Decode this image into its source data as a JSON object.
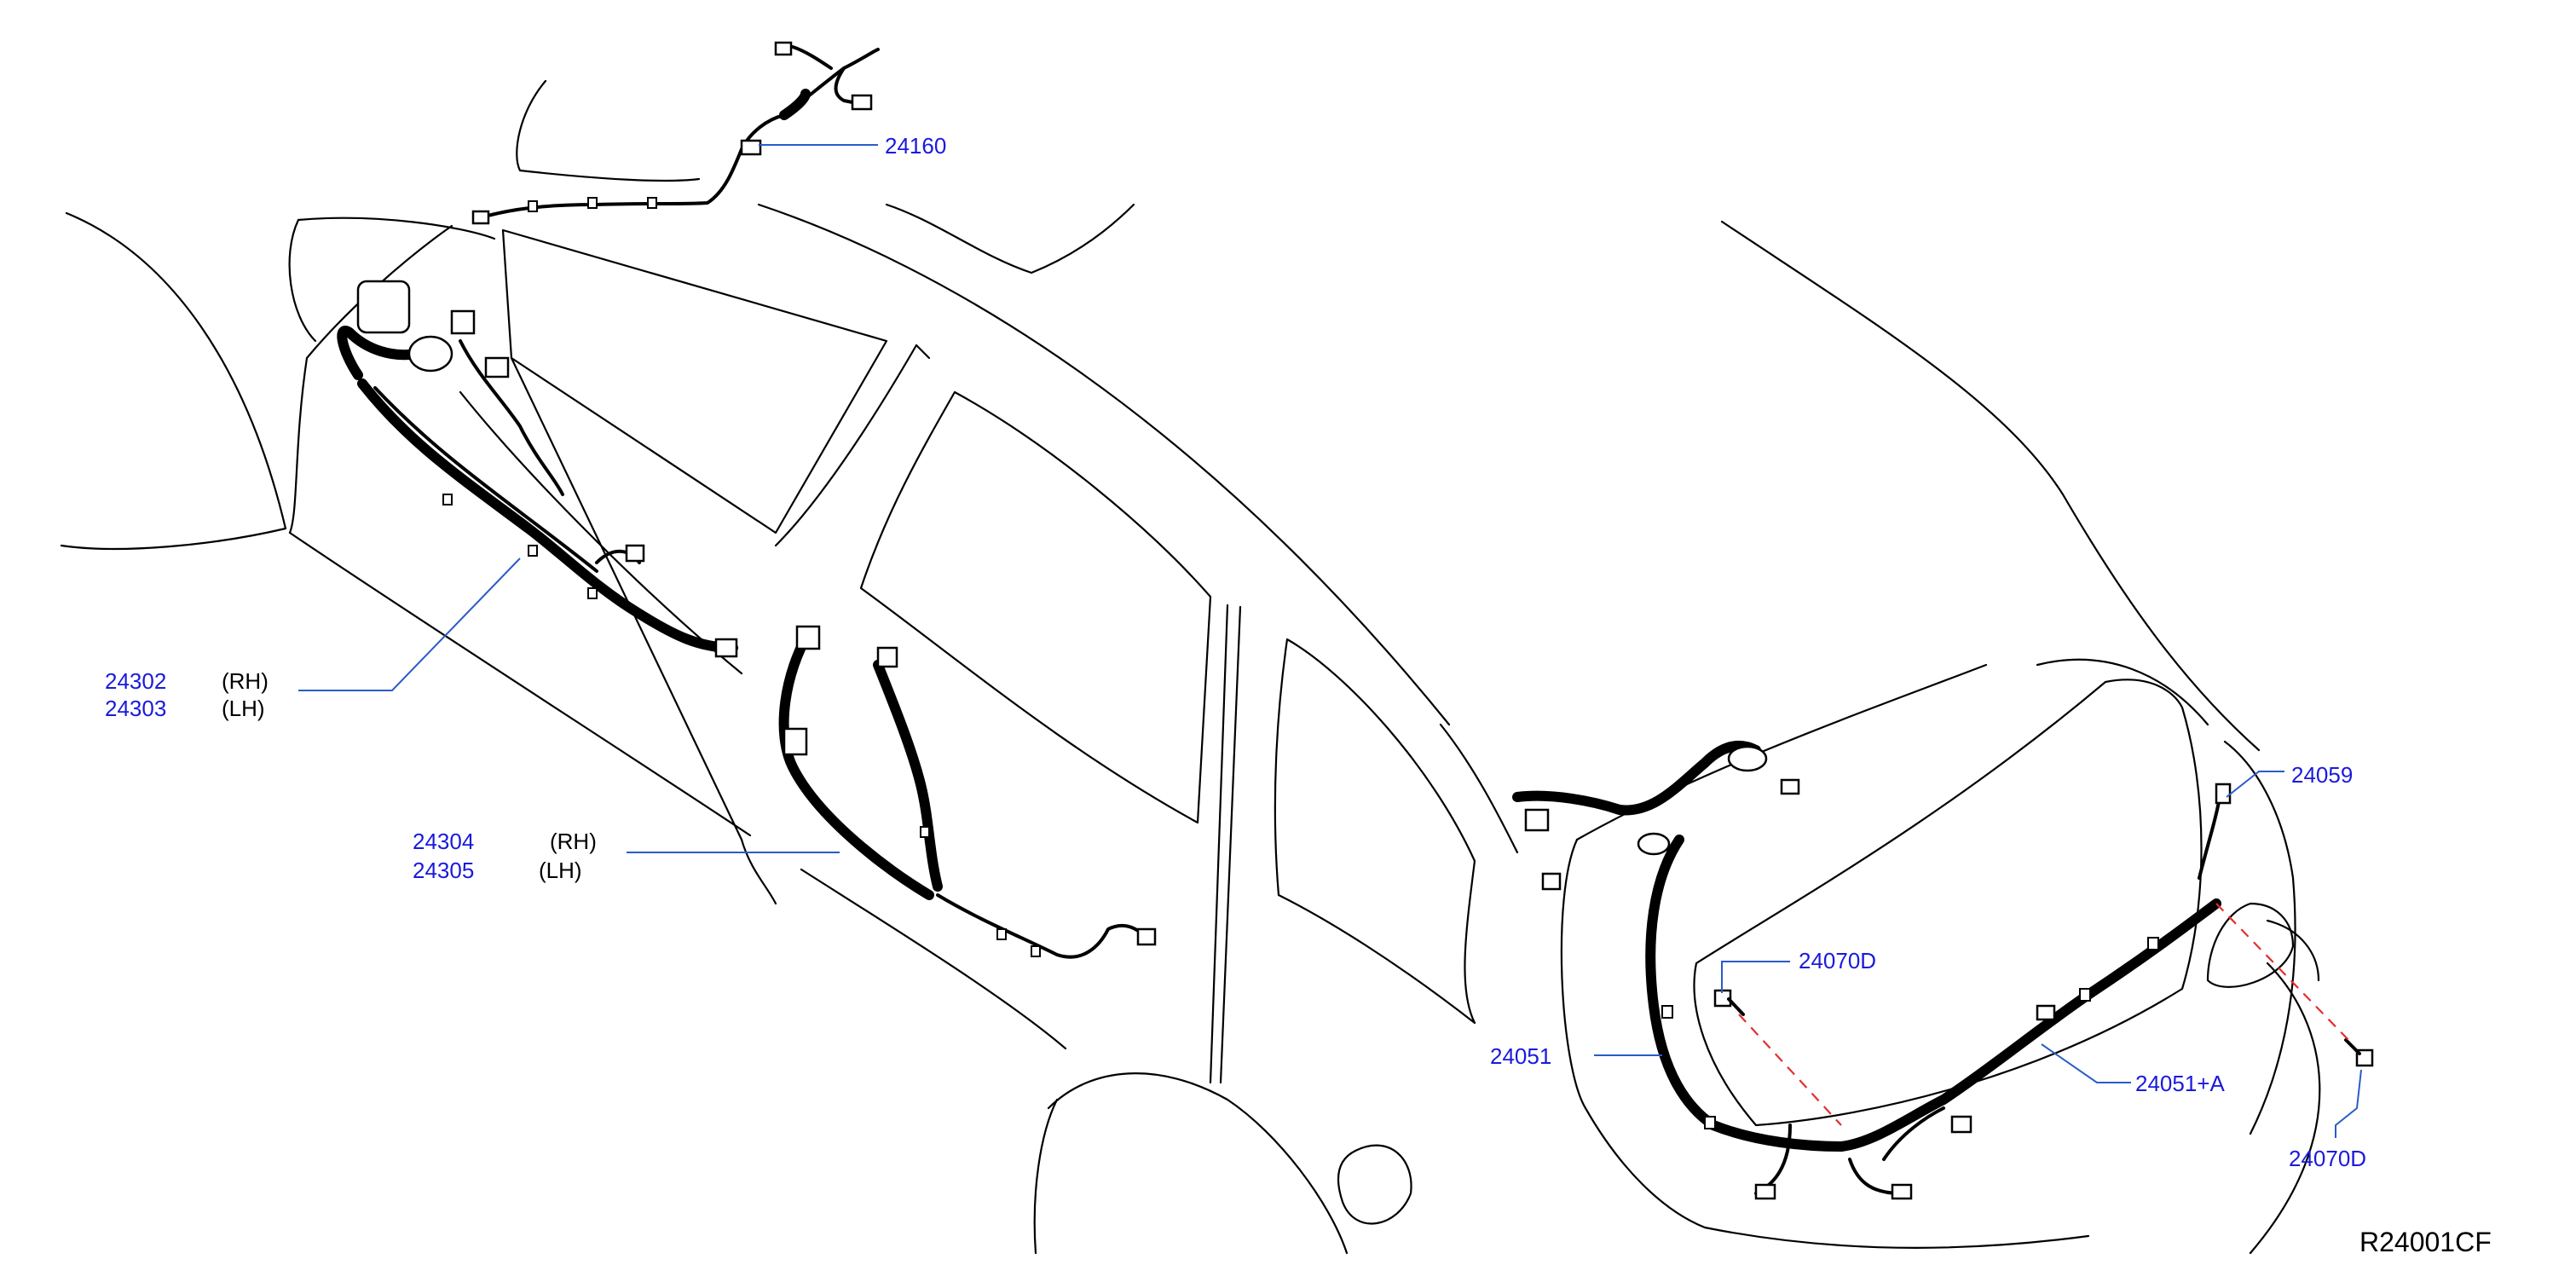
{
  "colors": {
    "label": "#1a1adc",
    "leader": "#2a5cc8",
    "dashed": "#e03030",
    "line": "#000000",
    "background": "#ffffff",
    "code": "#000000"
  },
  "parts": {
    "p24160": "24160",
    "p24302": "24302",
    "p24303": "24303",
    "p24304": "24304",
    "p24305": "24305",
    "p24051": "24051",
    "p24051a": "24051+A",
    "p24059": "24059",
    "p24070d_top": "24070D",
    "p24070d_bottom": "24070D"
  },
  "sides": {
    "rh_24302": "(RH)",
    "lh_24303": "(LH)",
    "rh_24304": "(RH)",
    "lh_24305": "(LH)"
  },
  "drawing_code": "R24001CF"
}
